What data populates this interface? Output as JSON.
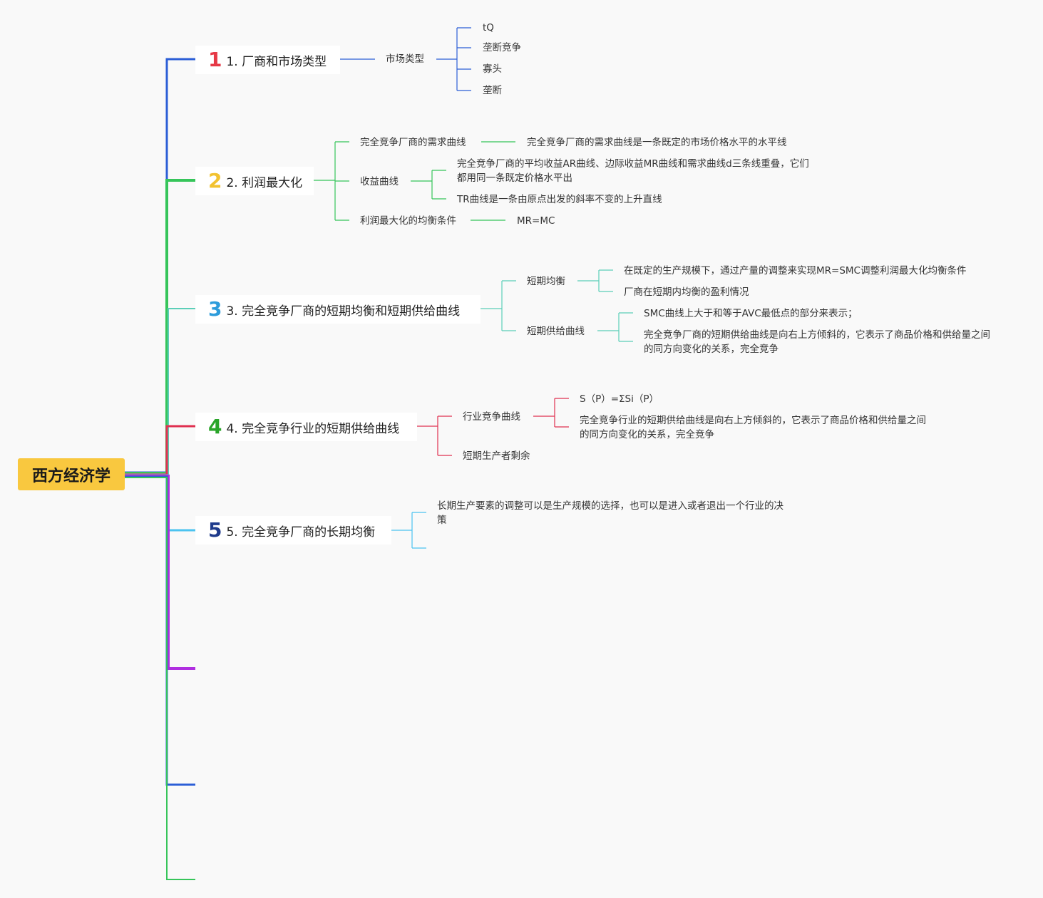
{
  "root": {
    "label": "西方经济学"
  },
  "branches": [
    {
      "num": "1",
      "label": "1. 厂商和市场类型",
      "color": "#e63946",
      "line_color": "#2c5ed6",
      "children": [
        {
          "label": "市场类型",
          "children": [
            "tQ",
            "垄断竞争",
            "寡头",
            "垄断"
          ]
        }
      ]
    },
    {
      "num": "2",
      "label": "2. 利润最大化",
      "color": "#f2c230",
      "line_color": "#36c55a",
      "children": [
        {
          "label": "完全竞争厂商的需求曲线",
          "children": [
            "完全竞争厂商的需求曲线是一条既定的市场价格水平的水平线"
          ]
        },
        {
          "label": "收益曲线",
          "children": [
            "完全竞争厂商的平均收益AR曲线、边际收益MR曲线和需求曲线d三条线重叠，它们都用同一条既定价格水平出",
            "TR曲线是一条由原点出发的斜率不变的上升直线"
          ]
        },
        {
          "label": "利润最大化的均衡条件",
          "children": [
            "MR=MC"
          ]
        }
      ]
    },
    {
      "num": "3",
      "label": "3. 完全竞争厂商的短期均衡和短期供给曲线",
      "color": "#2d9cdb",
      "line_color": "#5ccfb8",
      "children": [
        {
          "label": "短期均衡",
          "children": [
            "在既定的生产规模下，通过产量的调整来实现MR=SMC调整利润最大化均衡条件",
            "厂商在短期内均衡的盈利情况"
          ]
        },
        {
          "label": "短期供给曲线",
          "children": [
            "SMC曲线上大于和等于AVC最低点的部分来表示；",
            "完全竞争厂商的短期供给曲线是向右上方倾斜的，它表示了商品价格和供给量之间的同方向变化的关系，完全竞争"
          ]
        }
      ]
    },
    {
      "num": "4",
      "label": "4. 完全竞争行业的短期供给曲线",
      "color": "#2aa52a",
      "line_color": "#e03050",
      "children": [
        {
          "label": "行业竞争曲线",
          "children": [
            "S（P）=ΣSi（P）",
            "完全竞争行业的短期供给曲线是向右上方倾斜的，它表示了商品价格和供给量之间的同方向变化的关系，完全竞争"
          ]
        },
        {
          "label": "短期生产者剩余",
          "children": []
        }
      ]
    },
    {
      "num": "5",
      "label": "5. 完全竞争厂商的长期均衡",
      "color": "#1f3b8c",
      "line_color": "#4cc3f0",
      "children": [
        {
          "label": "长期生产要素的调整可以是生产规模的选择，也可以是进入或者退出一个行业的决策",
          "children": []
        }
      ]
    }
  ],
  "empty_branch_colors": [
    "#b02fe0",
    "#2c5ed6",
    "#36c55a"
  ]
}
